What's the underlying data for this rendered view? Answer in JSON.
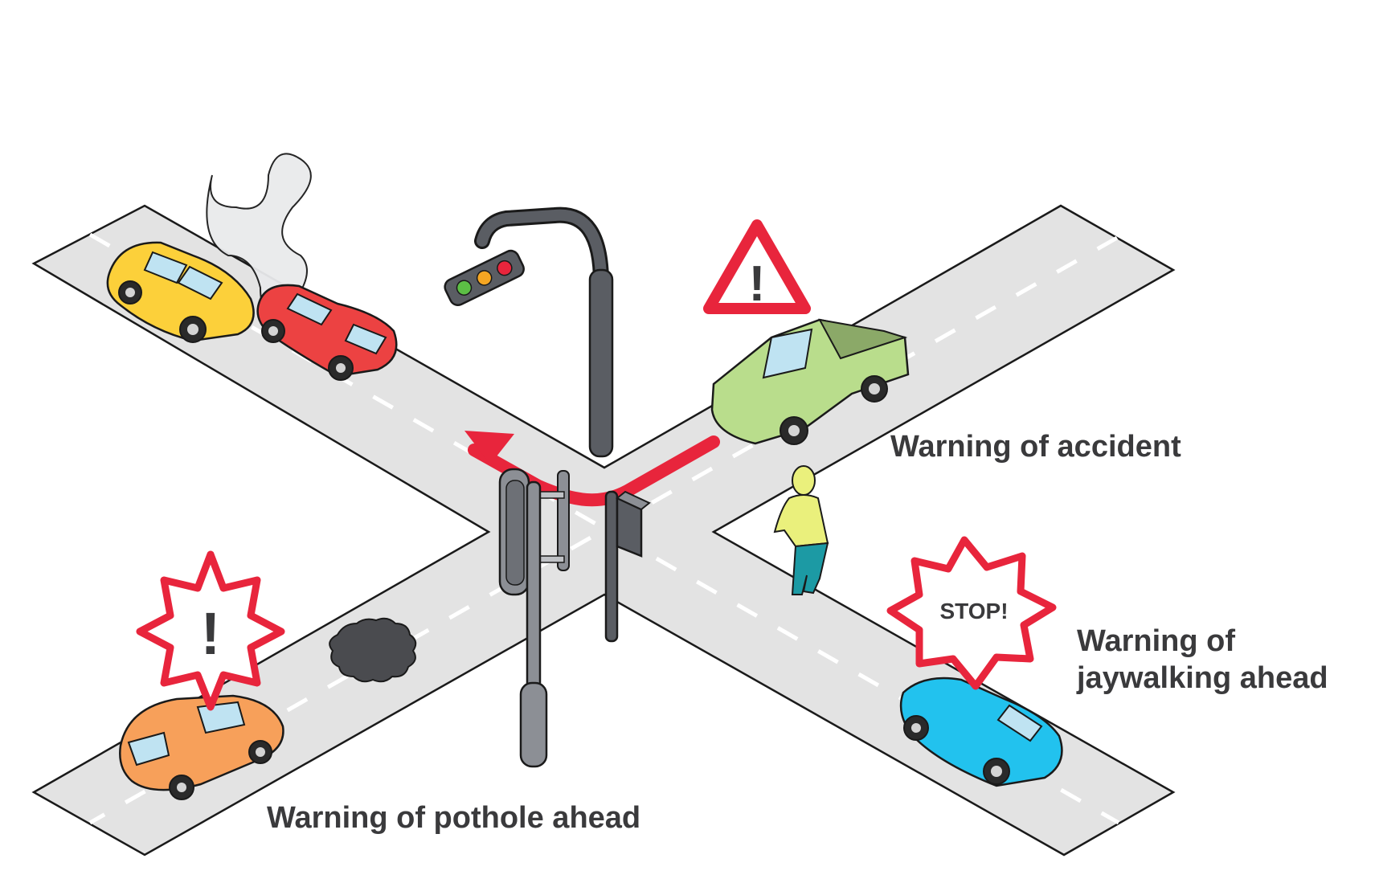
{
  "labels": {
    "accident": "Warning of accident",
    "jaywalking_line1": "Warning of",
    "jaywalking_line2": "jaywalking ahead",
    "pothole": "Warning of pothole ahead"
  },
  "signs": {
    "triangle_symbol": "!",
    "star_symbol": "!",
    "stop_text": "STOP!"
  },
  "colors": {
    "road": "#e3e3e3",
    "road_edge": "#1a1a1a",
    "warning_red": "#e8253c",
    "route_arrow": "#e8253c",
    "pole": "#5a5d63",
    "car_yellow": "#fcd03a",
    "car_red": "#ec4242",
    "truck_green": "#b9dd8c",
    "car_orange": "#f7a05a",
    "car_blue": "#22c2ee",
    "pedestrian_shirt": "#eaf07c",
    "pedestrian_pants": "#1c9aa4"
  },
  "icons": [
    "warning-triangle-icon",
    "warning-star-icon",
    "stop-burst-icon",
    "traffic-light-icon",
    "pothole-icon",
    "smoke-icon"
  ]
}
